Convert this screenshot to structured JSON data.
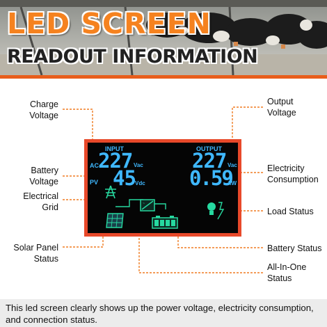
{
  "header": {
    "title": "LED SCREEN",
    "subtitle": "READOUT INFORMATION"
  },
  "display": {
    "input_label": "INPUT",
    "output_label": "OUTPUT",
    "ac_label": "AC",
    "pv_label": "PV",
    "input_voltage": "227",
    "input_voltage_unit": "Vac",
    "pv_voltage": "45",
    "pv_voltage_unit": "Vdc",
    "output_voltage": "227",
    "output_voltage_unit": "Vac",
    "output_power": "0.59",
    "output_power_unit": "kW"
  },
  "callouts": {
    "charge_voltage": "Charge\nVoltage",
    "battery_voltage": "Battery\nVoltage",
    "electrical_grid": "Electrical\nGrid",
    "solar_panel_status": "Solar Panel\nStatus",
    "output_voltage": "Output\nVoltage",
    "electricity_consumption": "Electricity\nConsumption",
    "load_status": "Load Status",
    "battery_status": "Battery Status",
    "all_in_one_status": "All-In-One\nStatus"
  },
  "footer": {
    "text": "This led screen clearly shows up the power voltage, electricity consumption, and connection status."
  },
  "colors": {
    "accent": "#f5821f",
    "lcd_frame": "#e8492a",
    "lcd_digits": "#3fb8ff",
    "lcd_icons": "#26d9a0"
  }
}
